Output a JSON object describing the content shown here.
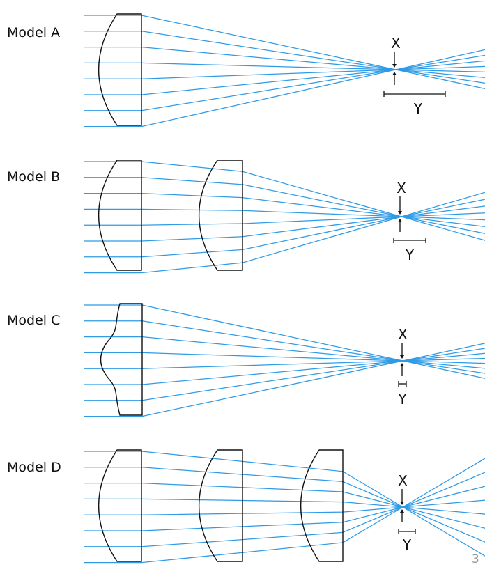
{
  "models": [
    {
      "label": "Model A",
      "x_label": "X",
      "y_label": "Y"
    },
    {
      "label": "Model B",
      "x_label": "X",
      "y_label": "Y"
    },
    {
      "label": "Model C",
      "x_label": "X",
      "y_label": "Y"
    },
    {
      "label": "Model D",
      "x_label": "X",
      "y_label": "Y"
    }
  ],
  "page_number": "3",
  "colors": {
    "ray": "#2f9be6",
    "lens": "#111111",
    "text": "#111111"
  }
}
